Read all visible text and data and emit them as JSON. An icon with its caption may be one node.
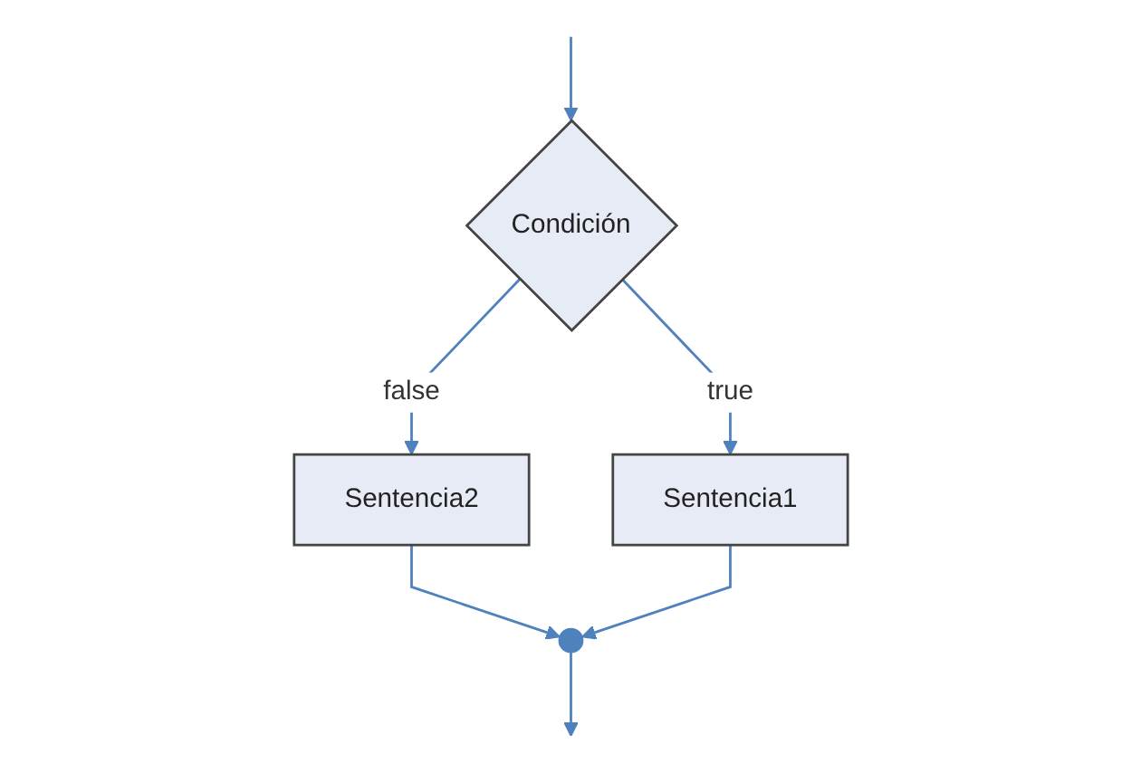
{
  "diagram": {
    "nodes": [
      {
        "text": [
          "Condición"
        ]
      },
      {
        "text": [
          "Sentencia2"
        ]
      },
      {
        "text": [
          "Sentencia1"
        ]
      },
      {
        "text": [],
        "shape": "point"
      }
    ],
    "edges": [
      {
        "from": null,
        "to": 0,
        "arrow": "to"
      },
      {
        "from": 0,
        "to": 1,
        "label": "false",
        "arrow": "to"
      },
      {
        "from": 0,
        "to": 2,
        "label": "true",
        "arrow": "to"
      },
      {
        "from": 1,
        "to": 3,
        "arrow": "to"
      },
      {
        "from": 2,
        "to": 3,
        "arrow": "to"
      },
      {
        "from": 3,
        "to": null,
        "arrow": "to"
      }
    ]
  }
}
